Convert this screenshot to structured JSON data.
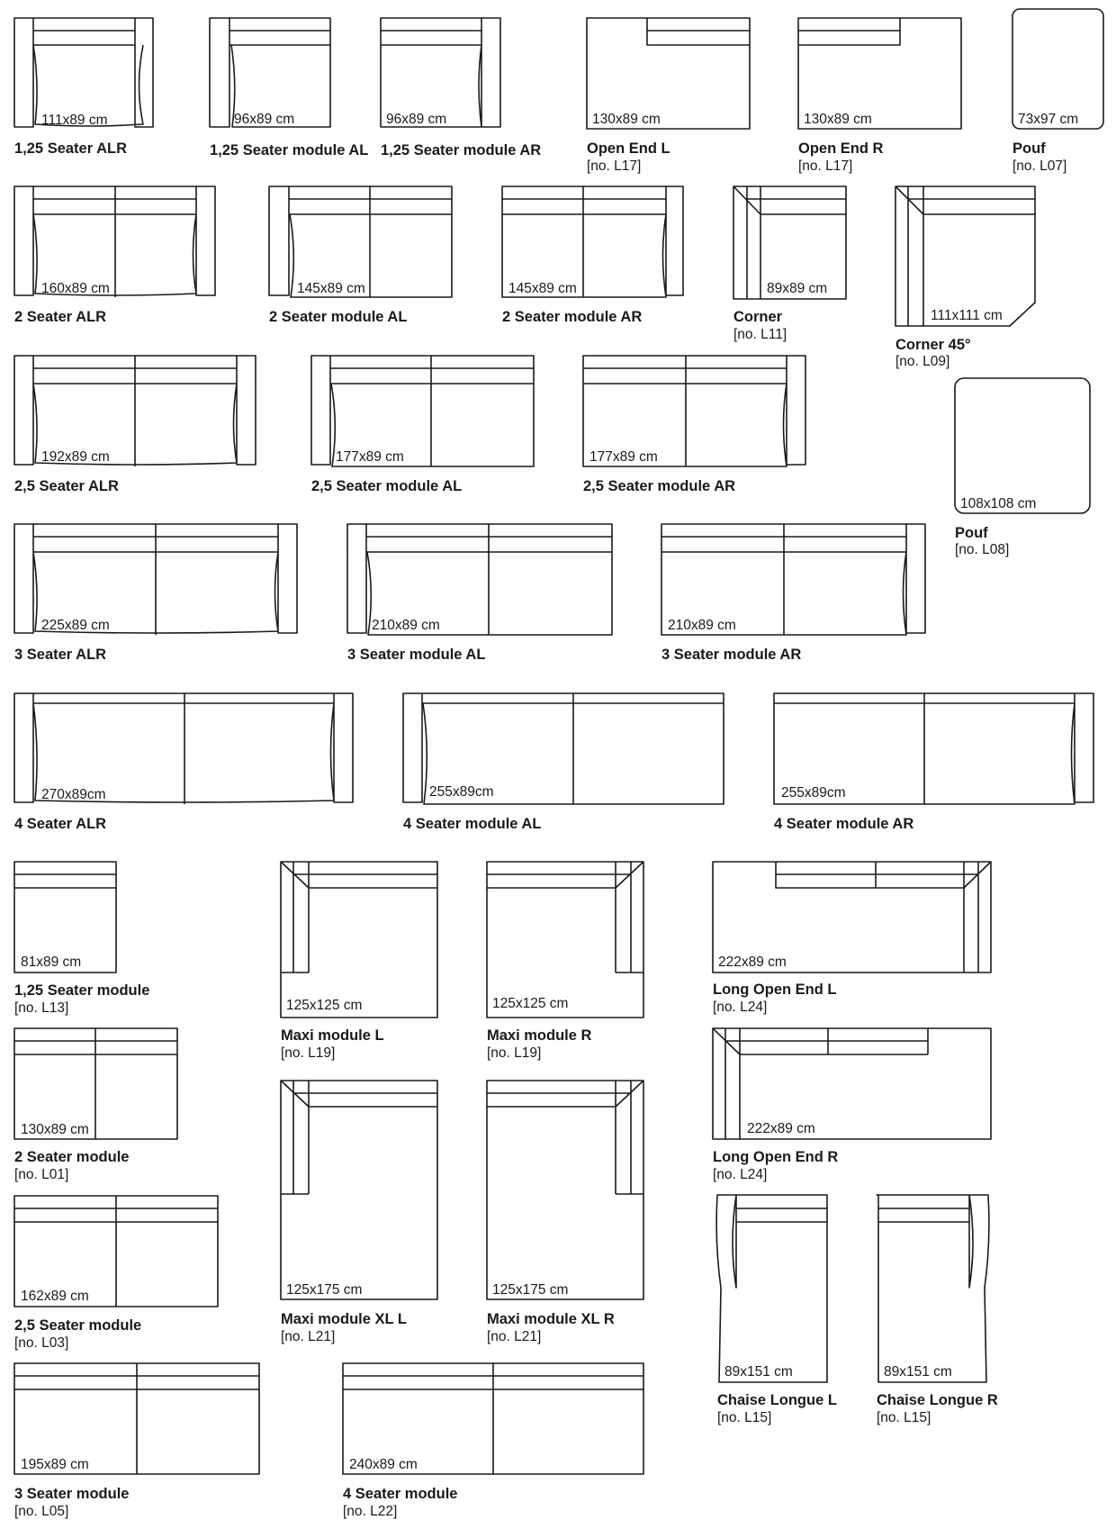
{
  "items": [
    {
      "key": "s125alr",
      "dims": "111x89 cm",
      "name": "1,25 Seater ALR",
      "no": ""
    },
    {
      "key": "s125mal",
      "dims": "96x89 cm",
      "name": "1,25 Seater module AL",
      "no": ""
    },
    {
      "key": "s125mar",
      "dims": "96x89 cm",
      "name": "1,25 Seater module AR",
      "no": ""
    },
    {
      "key": "openl",
      "dims": "130x89 cm",
      "name": "Open End L",
      "no": "[no. L17]"
    },
    {
      "key": "openr",
      "dims": "130x89 cm",
      "name": "Open End R",
      "no": "[no. L17]"
    },
    {
      "key": "pouf73",
      "dims": "73x97 cm",
      "name": "Pouf",
      "no": "[no. L07]"
    },
    {
      "key": "s2alr",
      "dims": "160x89 cm",
      "name": "2 Seater ALR",
      "no": ""
    },
    {
      "key": "s2mal",
      "dims": "145x89 cm",
      "name": "2 Seater module AL",
      "no": ""
    },
    {
      "key": "s2mar",
      "dims": "145x89 cm",
      "name": "2 Seater module AR",
      "no": ""
    },
    {
      "key": "corner",
      "dims": "89x89 cm",
      "name": "Corner",
      "no": "[no. L11]"
    },
    {
      "key": "corner45",
      "dims": "111x111 cm",
      "name": "Corner 45°",
      "no": "[no. L09]"
    },
    {
      "key": "s25alr",
      "dims": "192x89 cm",
      "name": "2,5 Seater ALR",
      "no": ""
    },
    {
      "key": "s25mal",
      "dims": "177x89 cm",
      "name": "2,5 Seater module AL",
      "no": ""
    },
    {
      "key": "s25mar",
      "dims": "177x89 cm",
      "name": "2,5 Seater module AR",
      "no": ""
    },
    {
      "key": "pouf108",
      "dims": "108x108 cm",
      "name": "Pouf",
      "no": "[no. L08]"
    },
    {
      "key": "s3alr",
      "dims": "225x89 cm",
      "name": "3 Seater ALR",
      "no": ""
    },
    {
      "key": "s3mal",
      "dims": "210x89 cm",
      "name": "3 Seater module AL",
      "no": ""
    },
    {
      "key": "s3mar",
      "dims": "210x89 cm",
      "name": "3 Seater module AR",
      "no": ""
    },
    {
      "key": "s4alr",
      "dims": "270x89cm",
      "name": "4 Seater ALR",
      "no": ""
    },
    {
      "key": "s4mal",
      "dims": "255x89cm",
      "name": "4 Seater module AL",
      "no": ""
    },
    {
      "key": "s4mar",
      "dims": "255x89cm",
      "name": "4 Seater module AR",
      "no": ""
    },
    {
      "key": "m125",
      "dims": "81x89 cm",
      "name": "1,25 Seater module",
      "no": "[no. L13]"
    },
    {
      "key": "maxil",
      "dims": "125x125 cm",
      "name": "Maxi module L",
      "no": "[no. L19]"
    },
    {
      "key": "maxir",
      "dims": "125x125 cm",
      "name": "Maxi module R",
      "no": "[no. L19]"
    },
    {
      "key": "longl",
      "dims": "222x89 cm",
      "name": "Long Open End L",
      "no": "[no. L24]"
    },
    {
      "key": "m2",
      "dims": "130x89 cm",
      "name": "2 Seater module",
      "no": "[no. L01]"
    },
    {
      "key": "longr",
      "dims": "222x89 cm",
      "name": "Long Open End R",
      "no": "[no. L24]"
    },
    {
      "key": "m25",
      "dims": "162x89 cm",
      "name": "2,5 Seater module",
      "no": "[no. L03]"
    },
    {
      "key": "maxixll",
      "dims": "125x175 cm",
      "name": "Maxi module XL L",
      "no": "[no. L21]"
    },
    {
      "key": "maxixlr",
      "dims": "125x175 cm",
      "name": "Maxi module XL R",
      "no": "[no. L21]"
    },
    {
      "key": "chl",
      "dims": "89x151 cm",
      "name": "Chaise Longue L",
      "no": "[no. L15]"
    },
    {
      "key": "chr",
      "dims": "89x151 cm",
      "name": "Chaise Longue R",
      "no": "[no. L15]"
    },
    {
      "key": "m3",
      "dims": "195x89 cm",
      "name": "3 Seater module",
      "no": "[no. L05]"
    },
    {
      "key": "m4",
      "dims": "240x89 cm",
      "name": "4 Seater module",
      "no": "[no. L22]"
    }
  ]
}
